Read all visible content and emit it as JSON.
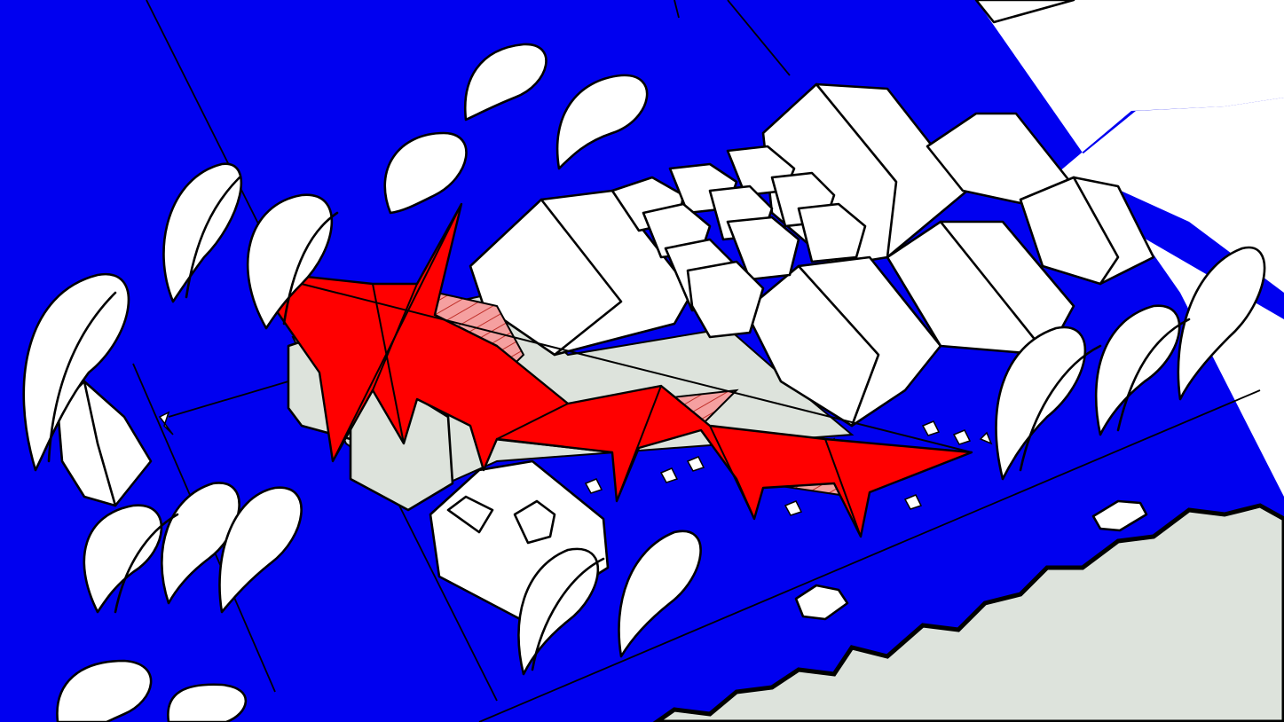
{
  "drawing": {
    "kind": "axonometric architectural sketch",
    "colors": {
      "ground": "#0000f0",
      "canopy": "#ff0000",
      "canopy_hatch": "#f5a0a0",
      "paving": "#dde3dc",
      "building": "#ffffff",
      "outline": "#000000",
      "sky": "#ffffff"
    },
    "elements": [
      "tensile-canopy",
      "warehouse-roofs",
      "trees",
      "cars",
      "street",
      "paved-plaza"
    ]
  }
}
